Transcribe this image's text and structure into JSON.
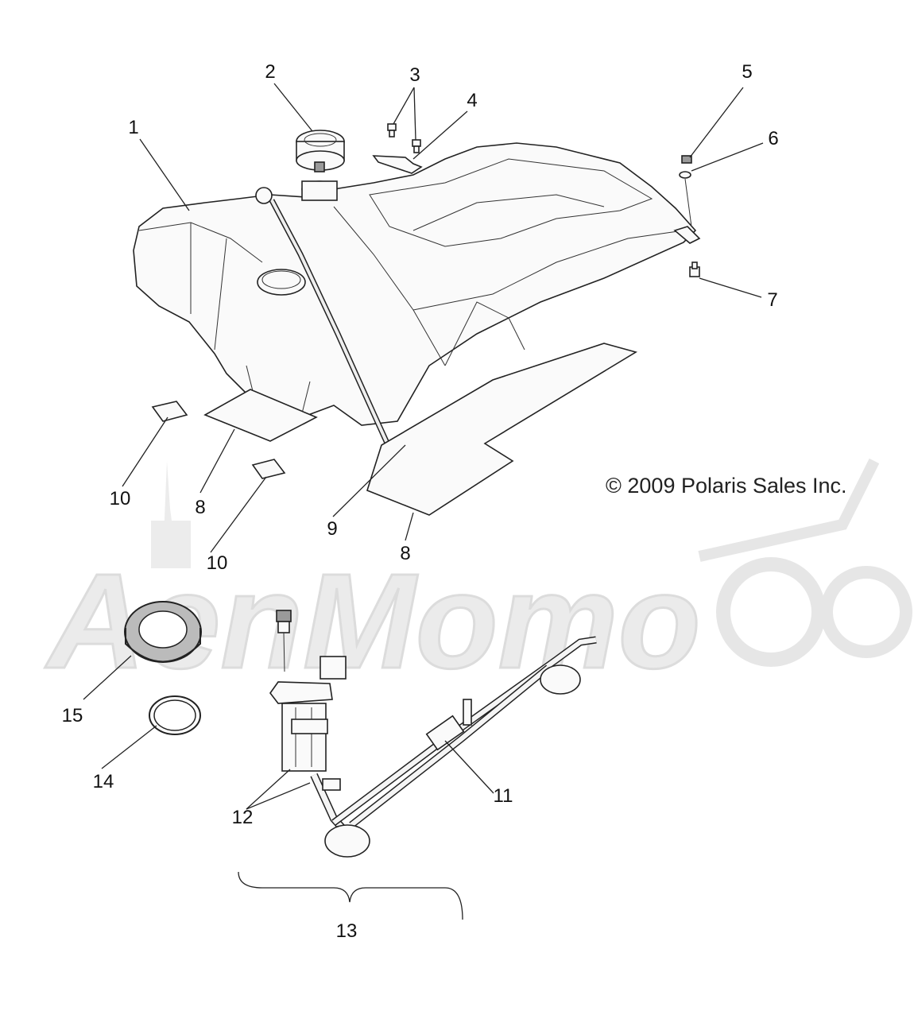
{
  "copyright": "© 2009 Polaris Sales Inc.",
  "watermark": "AenMomo",
  "callouts": [
    {
      "id": "c1",
      "text": "1"
    },
    {
      "id": "c2",
      "text": "2"
    },
    {
      "id": "c3",
      "text": "3"
    },
    {
      "id": "c4",
      "text": "4"
    },
    {
      "id": "c5",
      "text": "5"
    },
    {
      "id": "c6",
      "text": "6"
    },
    {
      "id": "c7",
      "text": "7"
    },
    {
      "id": "c8a",
      "text": "8"
    },
    {
      "id": "c8b",
      "text": "8"
    },
    {
      "id": "c9",
      "text": "9"
    },
    {
      "id": "c10a",
      "text": "10"
    },
    {
      "id": "c10b",
      "text": "10"
    },
    {
      "id": "c11",
      "text": "11"
    },
    {
      "id": "c12",
      "text": "12"
    },
    {
      "id": "c13",
      "text": "13"
    },
    {
      "id": "c14",
      "text": "14"
    },
    {
      "id": "c15",
      "text": "15"
    }
  ]
}
